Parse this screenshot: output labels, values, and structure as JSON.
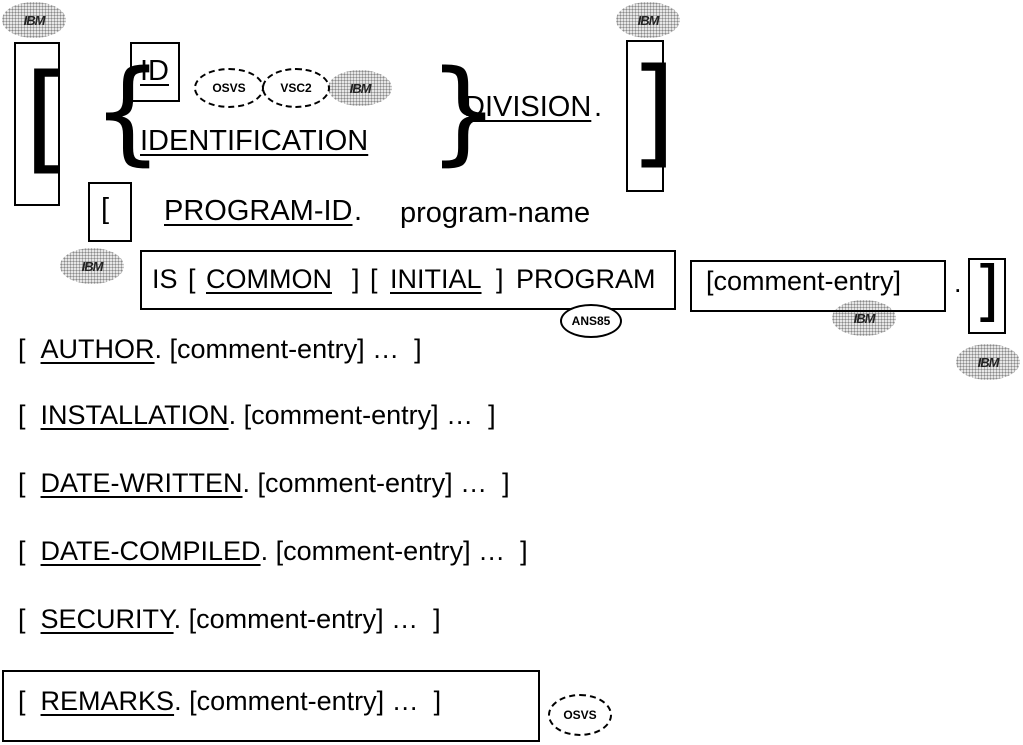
{
  "division_header": {
    "id_keyword": "ID",
    "identification_keyword": "IDENTIFICATION",
    "division_keyword": "DIVISION",
    "period": ".",
    "badges": {
      "osvs": "OSVS",
      "vsc2": "VSC2"
    }
  },
  "program_id": {
    "keyword": "PROGRAM-ID",
    "period": ".",
    "name": "program-name",
    "is": "IS",
    "common": "COMMON",
    "initial": "INITIAL",
    "program": "PROGRAM",
    "ans85_badge": "ANS85",
    "comment_entry": "[comment-entry]",
    "period_end": "."
  },
  "optional_paragraphs": [
    {
      "keyword": "AUTHOR",
      "rest": ". [comment-entry] …",
      "close": "]"
    },
    {
      "keyword": "INSTALLATION",
      "rest": ". [comment-entry] …",
      "close": "]"
    },
    {
      "keyword": "DATE-WRITTEN",
      "rest": ". [comment-entry] …",
      "close": "]"
    },
    {
      "keyword": "DATE-COMPILED",
      "rest": ". [comment-entry] …",
      "close": "]"
    },
    {
      "keyword": "SECURITY",
      "rest": ". [comment-entry] …",
      "close": "]"
    }
  ],
  "remarks": {
    "keyword": "REMARKS",
    "rest": ". [comment-entry] …",
    "close": "]",
    "badge": "OSVS"
  },
  "open_bracket": "[",
  "ibm_marker": "IBM"
}
